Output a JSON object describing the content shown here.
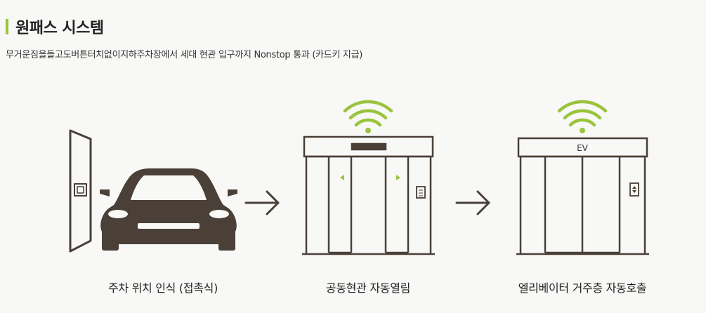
{
  "header": {
    "title": "원패스 시스템",
    "subtitle": "무거운짐을들고도버튼터치없이지하주차장에서 세대 현관 입구까지 Nonstop 통과 (카드키 지급)"
  },
  "steps": [
    {
      "caption": "주차 위치 인식 (접촉식)"
    },
    {
      "caption": "공동현관 자동열림"
    },
    {
      "caption": "엘리베이터 거주층 자동호출",
      "panel_label": "EV"
    }
  ],
  "icons": {
    "door": "door-icon",
    "car": "car-icon",
    "arrow": "arrow-right-icon",
    "wifi": "wifi-icon",
    "entrance": "sliding-door-icon",
    "elevator": "elevator-icon"
  },
  "colors": {
    "accent": "#9bc33c",
    "line": "#4a4038",
    "wifi": "#9bc33c",
    "car": "#4a4038"
  }
}
